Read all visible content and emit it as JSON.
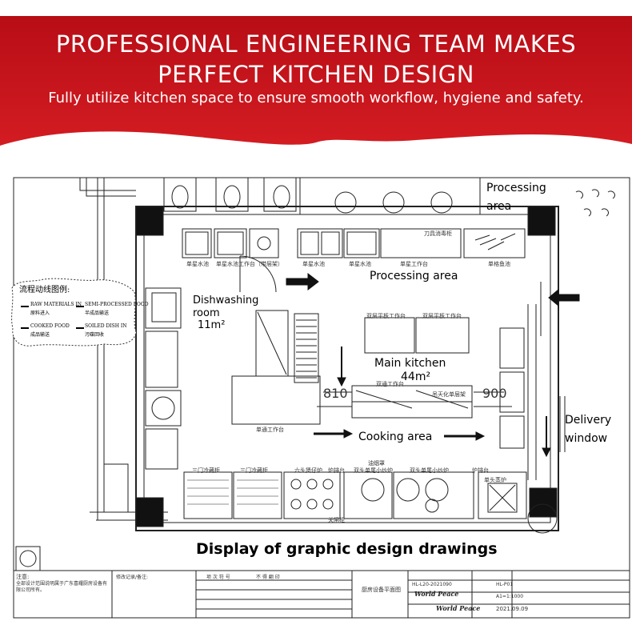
{
  "banner": {
    "title_line1": "PROFESSIONAL ENGINEERING TEAM MAKES",
    "title_line2": "PERFECT KITCHEN DESIGN",
    "subtitle": "Fully utilize kitchen space to ensure smooth workflow, hygiene and safety.",
    "color": "#c8141e"
  },
  "areas": {
    "processing_area_top_line1": "Processing",
    "processing_area_top_line2": "area",
    "processing_area": "Processing area",
    "dishwashing_line1": "Dishwashing",
    "dishwashing_line2": "room",
    "dishwashing_size": "11m²",
    "main_kitchen": "Main kitchen",
    "main_kitchen_size": "44m²",
    "cooking_area": "Cooking area",
    "delivery_line1": "Delivery",
    "delivery_line2": "window",
    "dim_left": "810",
    "dim_right": "900"
  },
  "caption": "Display of graphic design drawings",
  "legend": {
    "title": "流程动线图例:",
    "raw_en": "RAW MATERIALS IN",
    "raw_cn": "原料进入",
    "semi_en": "SEMI-PROCESSED FOOD",
    "semi_cn": "半成品输送",
    "cooked_en": "COOKED FOOD",
    "cooked_cn": "成品输送",
    "soiled_en": "SOILED DISH IN",
    "soiled_cn": "污碟回收"
  },
  "equipment_labels": {
    "sink1": "单星水池",
    "sink_table": "单星水池工作台（带层架）",
    "sink2": "单星水池",
    "sink3": "单星水池",
    "work_table": "单星工作台",
    "fish_sink": "单格鱼池",
    "processing_table": "刀具消毒柜",
    "double_table1": "双层平板工作台",
    "double_table2": "双层平板工作台",
    "double_table3": "双通工作台",
    "double_table4": "吊天化单层架",
    "dish_table": "单通工作台",
    "three_door1": "三门冷藏柜",
    "three_door2": "三门冷藏柜",
    "stove6": "六头煲仔炉",
    "oven": "炉排台",
    "hood": "油烟罩",
    "wok1": "双头单尾小炒炉",
    "wok2": "双头单尾小炒炉",
    "oven2": "炉排台",
    "steamer": "单头蒸炉",
    "side_mark": "关闸柜"
  },
  "title_block": {
    "note_head": "注意:",
    "note_body": "全部设计范围说明属于广东喜耀厨房设备有限公司所有。",
    "revision": "修改记录/备注:",
    "sign_col1": "项 次 符 号",
    "sign_col2": "不 得 翻 印",
    "drawing_name": "厨房设备平面图",
    "drawing_no": "HL-L20-2021090",
    "page_no": "HL-P01",
    "scale": "A1=1:1000",
    "brand1": "World Peace",
    "brand2": "World Peace",
    "date": "2021.09.09"
  }
}
